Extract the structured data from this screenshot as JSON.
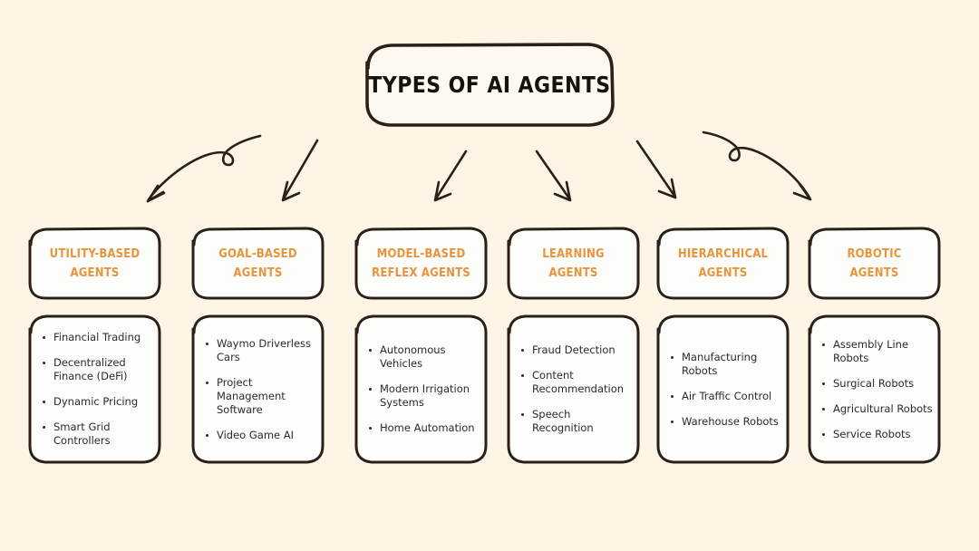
{
  "page": {
    "background_color": "#FDF6E6",
    "ink_color": "#2B2018",
    "accent_color": "#E8943C",
    "card_fill": "#FDFDFB",
    "body_text_color": "#2F2A26"
  },
  "title": {
    "text": "TYPES OF AI AGENTS"
  },
  "arrows": [
    {
      "name": "arrow-curved-loop-left",
      "style": "curved-with-loop",
      "direction": "down-left"
    },
    {
      "name": "arrow-straight-1",
      "style": "straight",
      "direction": "down-left"
    },
    {
      "name": "arrow-straight-2",
      "style": "straight",
      "direction": "down-left"
    },
    {
      "name": "arrow-straight-3",
      "style": "straight",
      "direction": "down-right"
    },
    {
      "name": "arrow-straight-4",
      "style": "straight",
      "direction": "down-right"
    },
    {
      "name": "arrow-curved-loop-right",
      "style": "curved-with-loop",
      "direction": "down-right"
    }
  ],
  "columns": [
    {
      "id": "utility-based-agents",
      "header_lines": [
        "UTILITY-BASED",
        "AGENTS"
      ],
      "items": [
        "Financial Trading",
        "Decentralized Finance (DeFi)",
        "Dynamic Pricing",
        "Smart Grid Controllers"
      ]
    },
    {
      "id": "goal-based-agents",
      "header_lines": [
        "GOAL-BASED",
        "AGENTS"
      ],
      "items": [
        "Waymo Driverless Cars",
        "Project Management Software",
        "Video Game AI"
      ]
    },
    {
      "id": "model-based-reflex-agents",
      "header_lines": [
        "MODEL-BASED",
        "REFLEX AGENTS"
      ],
      "items": [
        "Autonomous Vehicles",
        "Modern Irrigation Systems",
        "Home Automation"
      ]
    },
    {
      "id": "learning-agents",
      "header_lines": [
        "LEARNING",
        "AGENTS"
      ],
      "items": [
        "Fraud Detection",
        "Content Recommendation",
        "Speech Recognition"
      ]
    },
    {
      "id": "hierarchical-agents",
      "header_lines": [
        "HIERARCHICAL",
        "AGENTS"
      ],
      "items": [
        "Manufacturing Robots",
        "Air Traffic Control",
        "Warehouse Robots"
      ]
    },
    {
      "id": "robotic-agents",
      "header_lines": [
        "ROBOTIC",
        "AGENTS"
      ],
      "items": [
        "Assembly Line Robots",
        "Surgical Robots",
        "Agricultural Robots",
        "Service Robots"
      ]
    }
  ]
}
